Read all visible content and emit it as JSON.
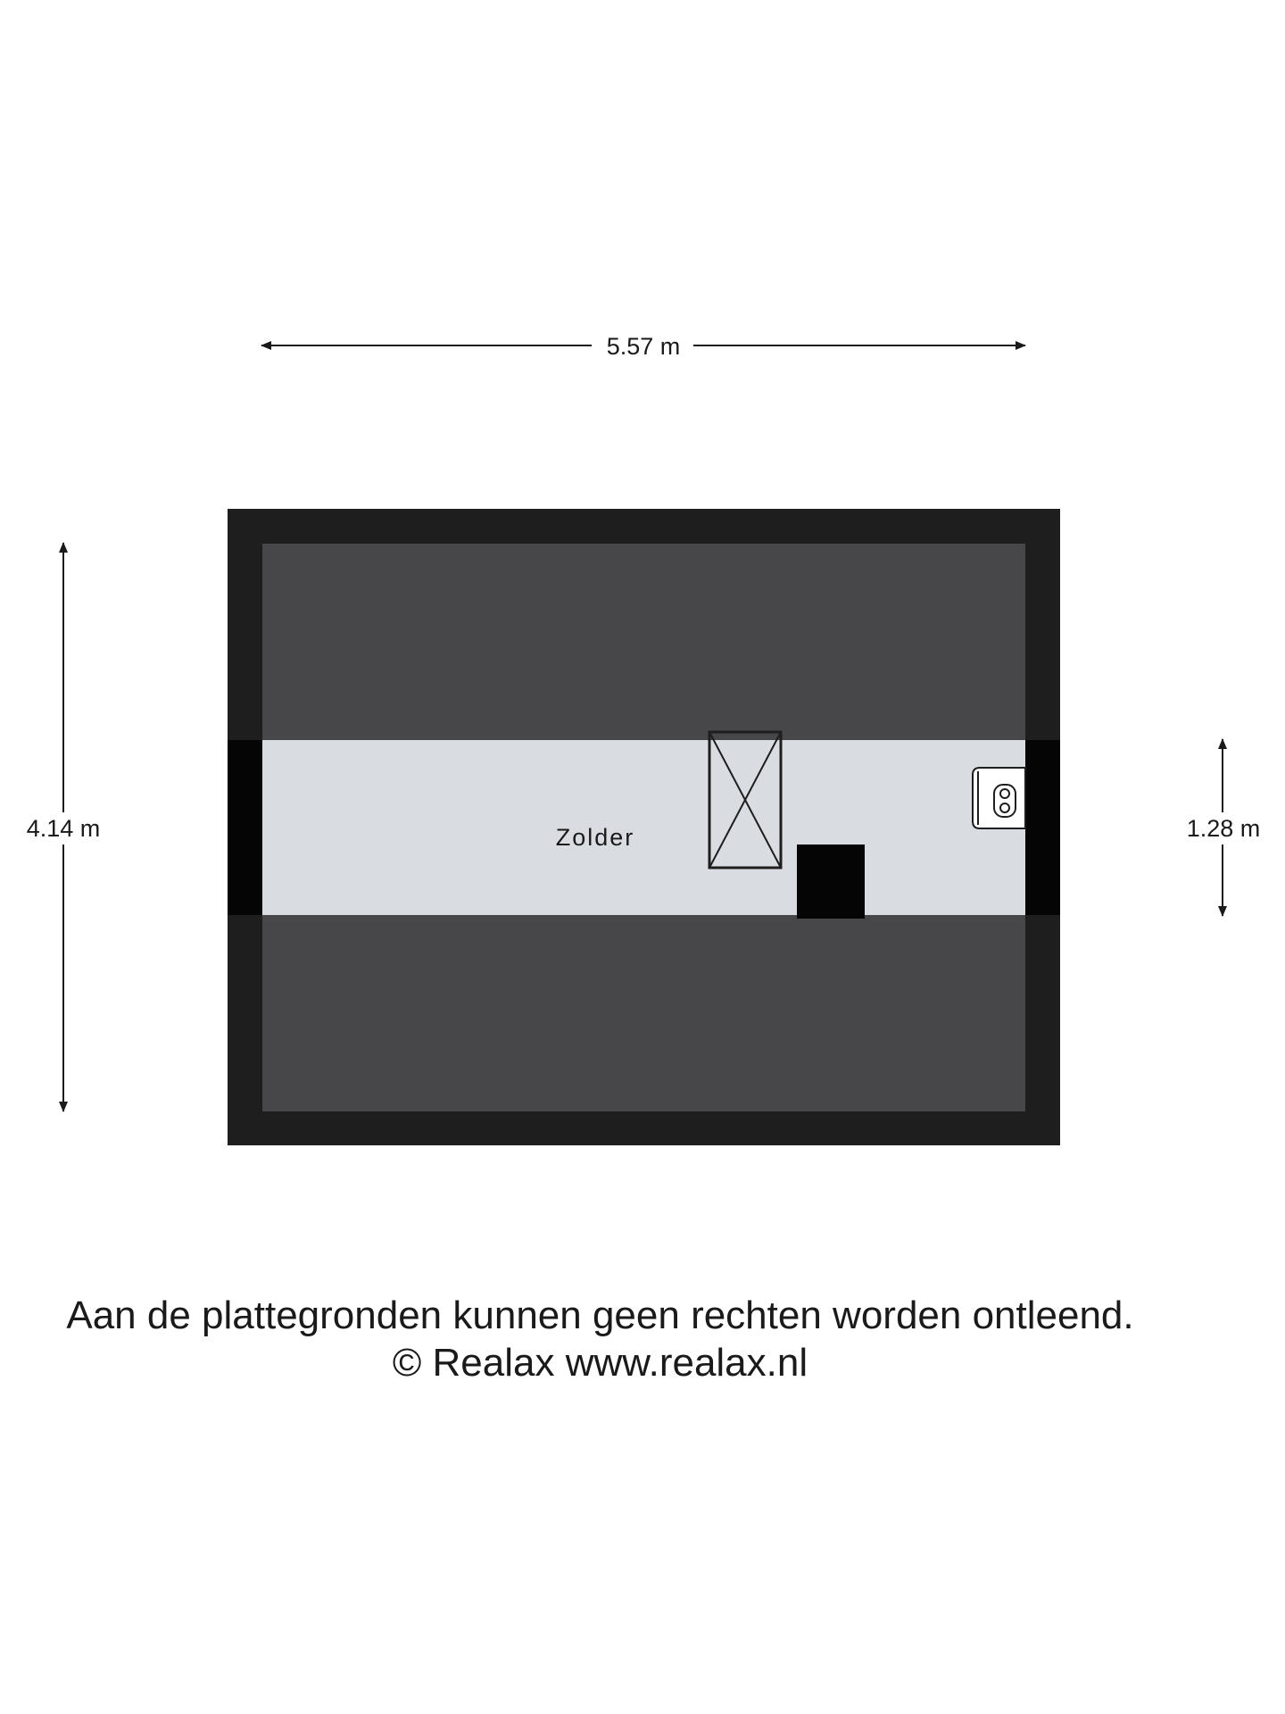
{
  "dimensions": {
    "width_label": "5.57 m",
    "height_label": "4.14 m",
    "strip_height_label": "1.28 m"
  },
  "rooms": [
    {
      "name": "Zolder"
    }
  ],
  "footer": {
    "disclaimer": "Aan de plattegronden kunnen geen rechten worden ontleend.",
    "copyright": "© Realax www.realax.nl"
  },
  "colors": {
    "wall": "#1e1e1f",
    "low_ceiling_zone": "#474749",
    "floor": "#d9dce0",
    "dimension_line": "#1a1a1a"
  }
}
